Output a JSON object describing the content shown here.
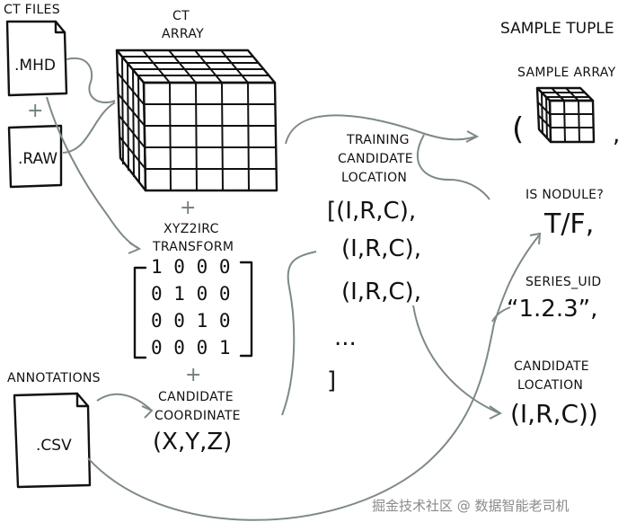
{
  "labels": {
    "ct_files": "CT FILES",
    "mhd": ".MHD",
    "raw": ".RAW",
    "ct_array_1": "CT",
    "ct_array_2": "ARRAY",
    "transform_1": "XYZ2IRC",
    "transform_2": "TRANSFORM",
    "matrix_rows": [
      "1 0 0 0",
      "0 1 0 0",
      "0 0 1 0",
      "0 0 0 1"
    ],
    "annotations": "ANNOTATIONS",
    "csv": ".CSV",
    "candidate_coord_1": "CANDIDATE",
    "candidate_coord_2": "COORDINATE",
    "xyz": "(X,Y,Z)",
    "training_1": "TRAINING",
    "training_2": "CANDIDATE",
    "training_3": "LOCATION",
    "list_items": [
      "[(I,R,C),",
      "(I,R,C),",
      "(I,R,C),",
      "...",
      "]"
    ],
    "sample_tuple": "SAMPLE TUPLE",
    "sample_array": "SAMPLE ARRAY",
    "paren_open": "(",
    "comma": ",",
    "is_nodule": "IS NODULE?",
    "tf": "T/F,",
    "series_uid": "SERIES_UID",
    "uid_value": "“1.2.3”,",
    "cand_loc_1": "CANDIDATE",
    "cand_loc_2": "LOCATION",
    "irc_final": "(I,R,C))",
    "plus": "+",
    "watermark": "掘金技术社区 @ 数据智能老司机"
  },
  "colors": {
    "ink": "#111111",
    "arrow": "#7d8a84",
    "watermark": "#8a8a8a"
  }
}
